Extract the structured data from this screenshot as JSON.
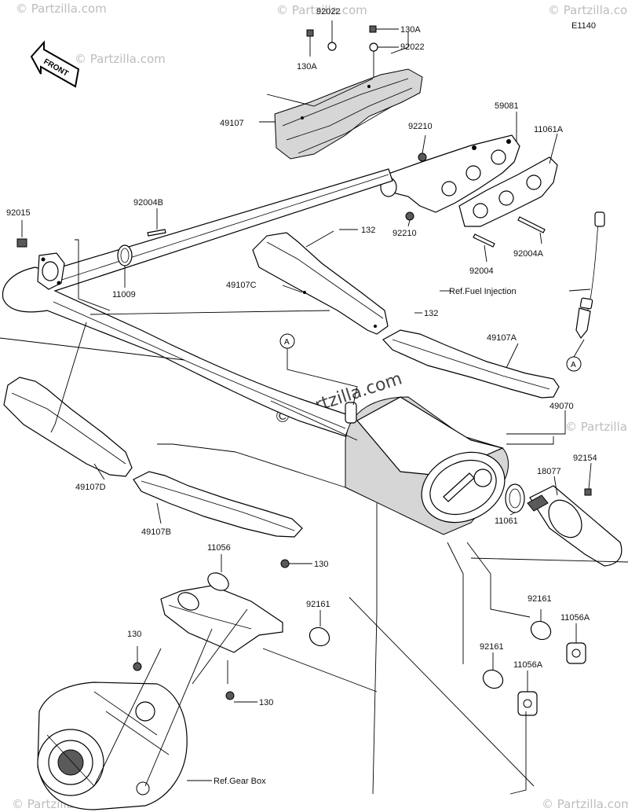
{
  "diagram": {
    "code": "E1140",
    "front_label": "FRONT",
    "watermarks": [
      "© Partzilla.com"
    ],
    "callout_letter": "A",
    "labels": {
      "p92022_top": "92022",
      "p130A_top": "130A",
      "p130A_left": "130A",
      "p92022_right": "92022",
      "p49107": "49107",
      "p59081": "59081",
      "p11061A": "11061A",
      "p92210_top": "92210",
      "p92210_bot": "92210",
      "p92004": "92004",
      "p92004A": "92004A",
      "p92004B": "92004B",
      "p92015": "92015",
      "p11009": "11009",
      "p132_top": "132",
      "p132_mid": "132",
      "p49107C": "49107C",
      "p49107A": "49107A",
      "p49070": "49070",
      "p92154": "92154",
      "p18077": "18077",
      "p11061": "11061",
      "p49107D": "49107D",
      "p49107B": "49107B",
      "p11056": "11056",
      "p130_a": "130",
      "p130_b": "130",
      "p130_c": "130",
      "p92161_a": "92161",
      "p92161_b": "92161",
      "p92161_c": "92161",
      "p11056A_a": "11056A",
      "p11056A_b": "11056A",
      "ref_fuel": "Ref.Fuel Injection",
      "ref_gear": "Ref.Gear Box"
    }
  }
}
